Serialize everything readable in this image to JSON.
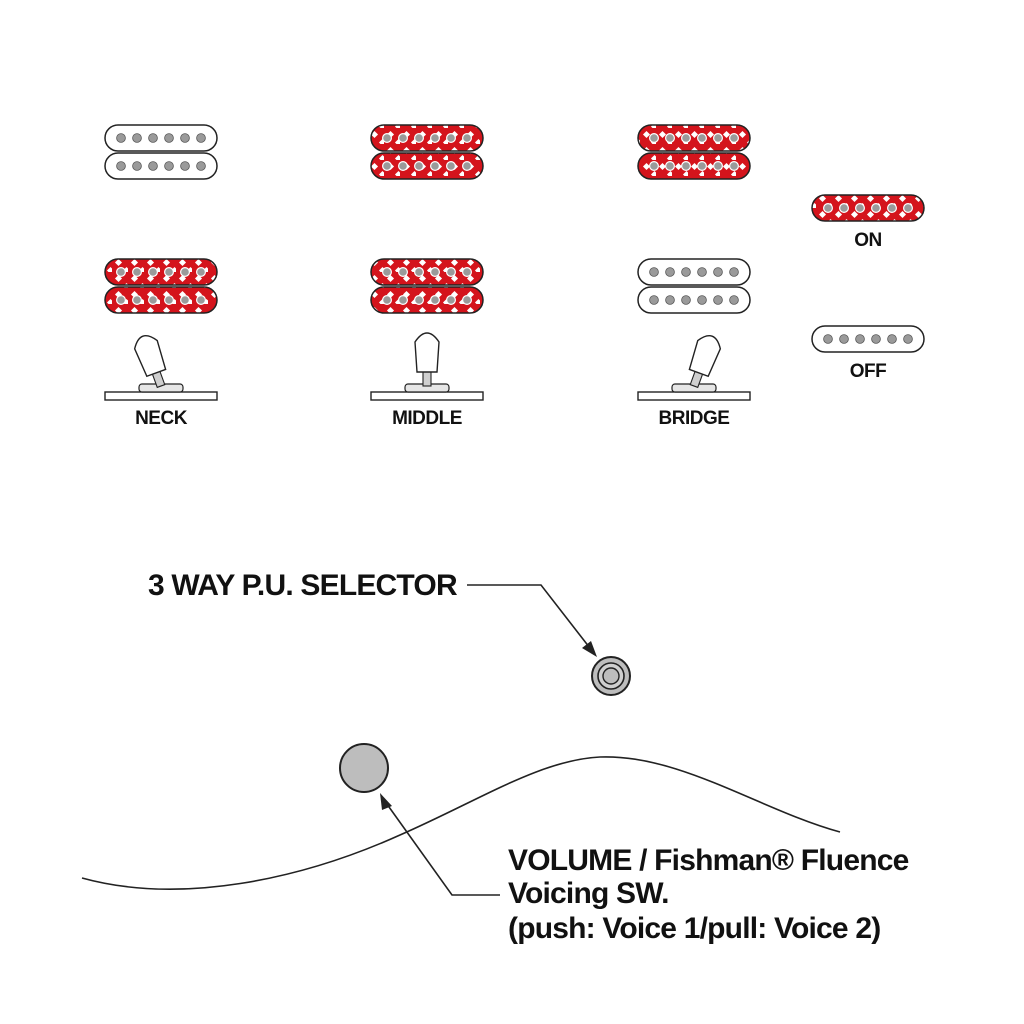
{
  "colors": {
    "on": "#d4141c",
    "off": "#ffffff",
    "pole": "#9a9a9a",
    "line": "#222222",
    "knob": "#bdbdbd"
  },
  "legend": {
    "on_label": "ON",
    "off_label": "OFF"
  },
  "positions": [
    {
      "label": "NECK",
      "neck_pickup": "off",
      "bridge_pickup": "on",
      "lever": "left"
    },
    {
      "label": "MIDDLE",
      "neck_pickup": "on",
      "bridge_pickup": "on",
      "lever": "center"
    },
    {
      "label": "BRIDGE",
      "neck_pickup": "on",
      "bridge_pickup": "off",
      "lever": "right"
    }
  ],
  "callouts": {
    "selector": "3 WAY P.U. SELECTOR",
    "volume_line1": "VOLUME / Fishman® Fluence",
    "volume_line2": "Voicing SW.",
    "volume_line3": "(push: Voice 1/pull: Voice 2)"
  }
}
